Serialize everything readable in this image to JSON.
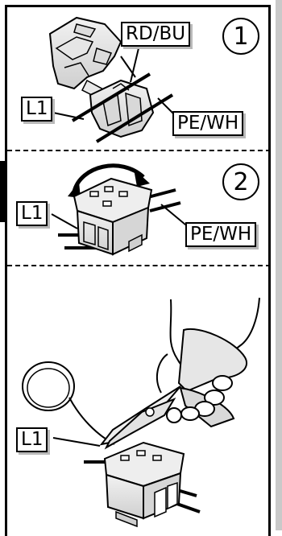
{
  "panels": [
    {
      "step_number": "1",
      "labels": {
        "top": "RD/BU",
        "left": "L1",
        "right": "PE/WH"
      }
    },
    {
      "step_number": "2",
      "labels": {
        "left": "L1",
        "right": "PE/WH"
      }
    },
    {
      "labels": {
        "left": "L1"
      }
    }
  ]
}
